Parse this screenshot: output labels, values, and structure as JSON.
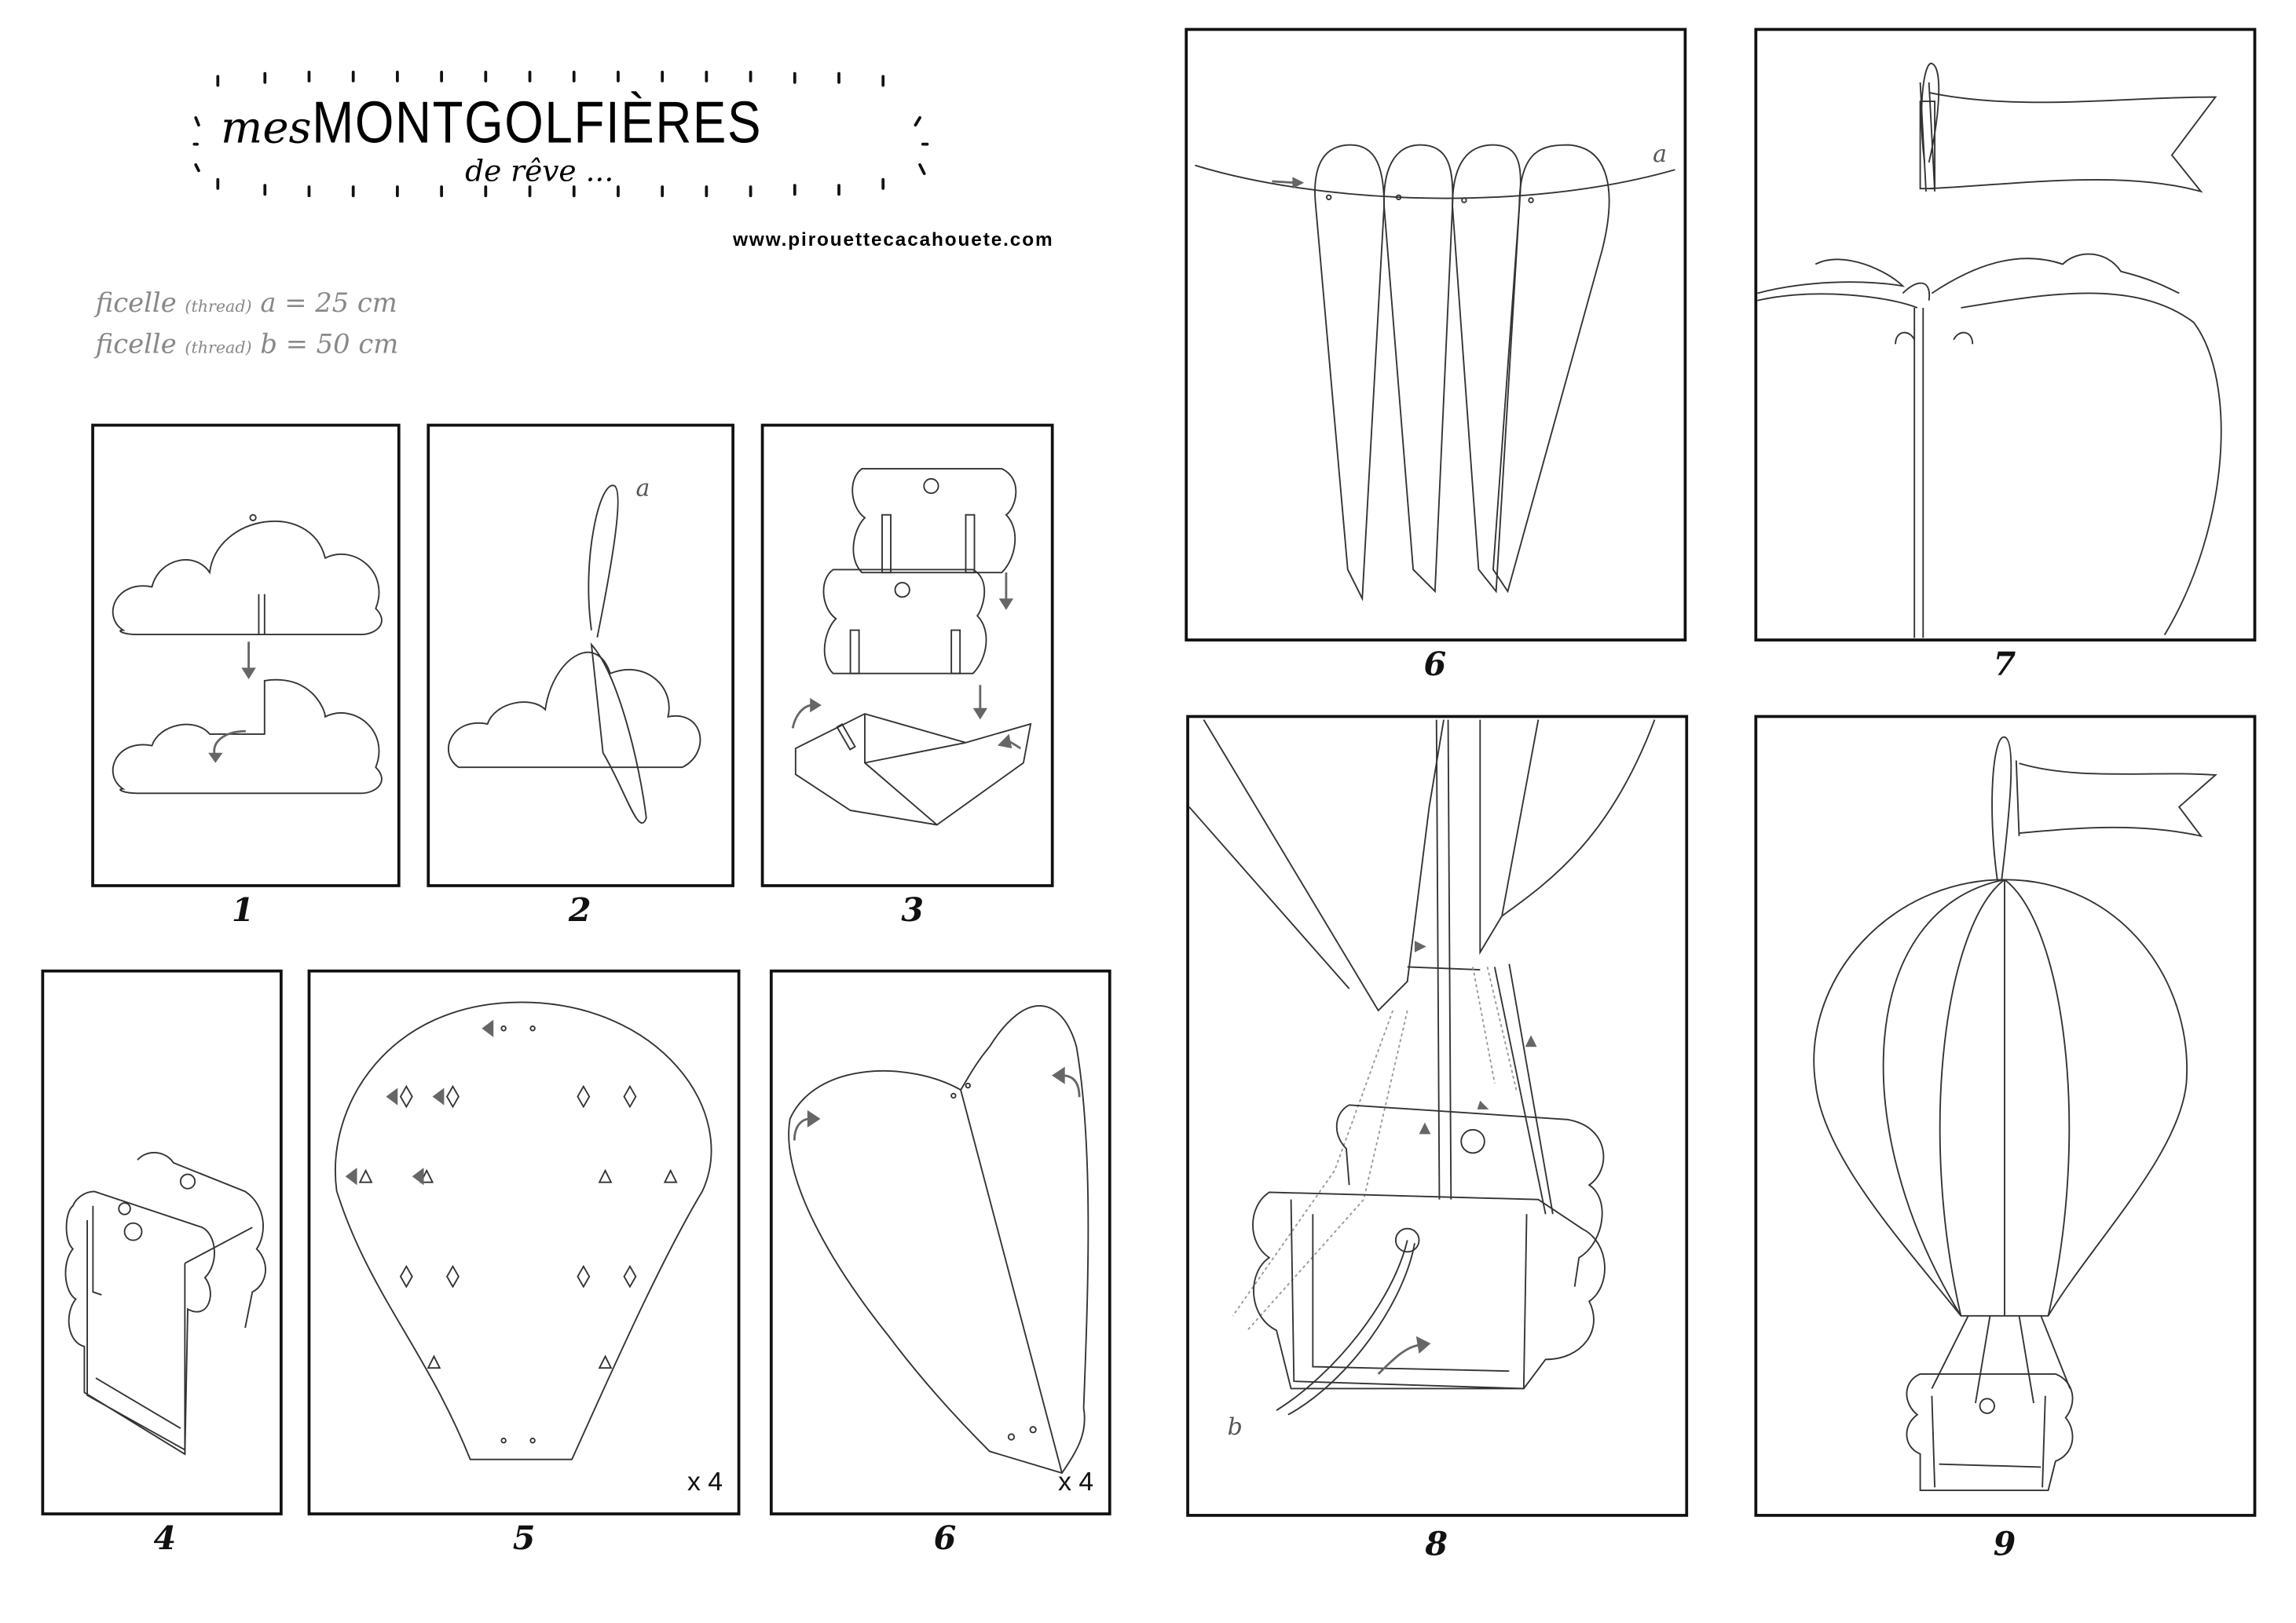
{
  "header": {
    "title_prefix": "mes",
    "title_main": "MONTGOLFIÈRES",
    "subtitle": "de rêve ...",
    "url": "www.pirouettecacahouete.com"
  },
  "threads": [
    {
      "word": "ficelle",
      "note": "(thread)",
      "letter": "a",
      "length": "= 25 cm"
    },
    {
      "word": "ficelle",
      "note": "(thread)",
      "letter": "b",
      "length": "= 50 cm"
    }
  ],
  "steps": [
    {
      "label": "1"
    },
    {
      "label": "2",
      "thread_letter": "a"
    },
    {
      "label": "3"
    },
    {
      "label": "4"
    },
    {
      "label": "5",
      "multiplier": "x 4"
    },
    {
      "label": "6",
      "multiplier": "x 4"
    },
    {
      "label": "6",
      "thread_letter": "a"
    },
    {
      "label": "7"
    },
    {
      "label": "8",
      "thread_letter": "b"
    },
    {
      "label": "9"
    }
  ]
}
